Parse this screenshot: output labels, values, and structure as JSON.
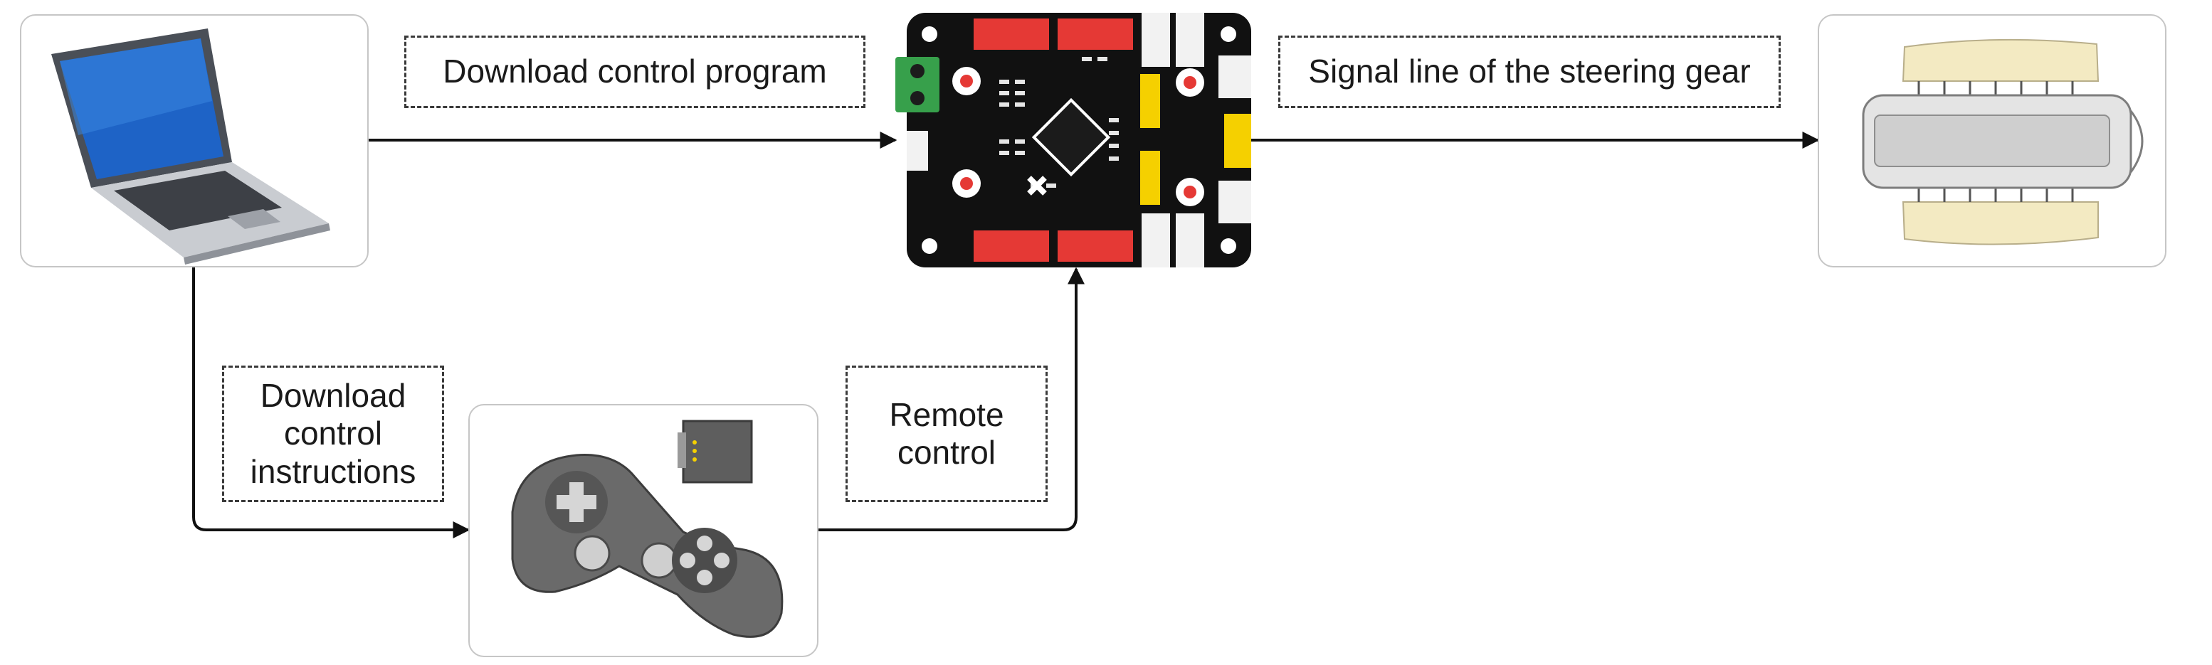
{
  "labels": {
    "download_program": "Download control program",
    "signal_line": "Signal line of the steering gear",
    "download_instructions": "Download\ncontrol\ninstructions",
    "remote_control": "Remote\ncontrol"
  },
  "icons": {
    "laptop": "laptop-icon",
    "controller_board": "servo-controller-board-icon",
    "gamepad": "gamepad-icon",
    "receiver": "wireless-receiver-icon",
    "actuator": "robot-jaw-mechanism-icon"
  },
  "colors": {
    "line": "#111111",
    "box_border": "#c6c6c6",
    "label_border": "#3a3a3a",
    "board": "#111111",
    "pin_header_red": "#e53935",
    "pin_header_yellow": "#f5d000",
    "terminal_green": "#37a04b",
    "laptop_screen": "#1e63c6",
    "jaw_pad": "#f3eac2"
  }
}
